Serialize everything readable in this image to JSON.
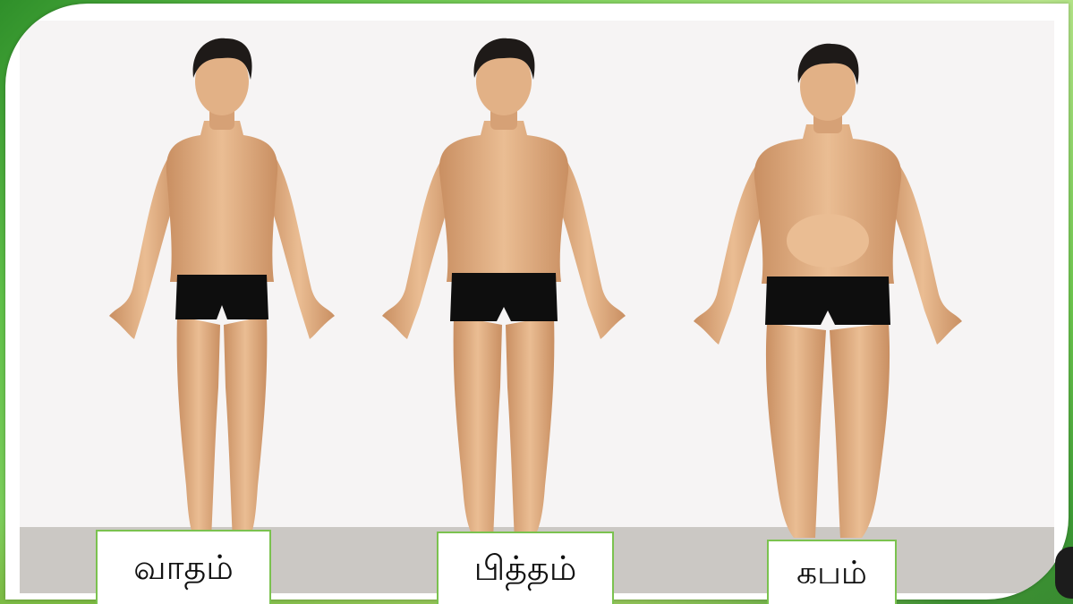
{
  "labels": {
    "vatham": "வாதம்",
    "pitham": "பித்தம்",
    "kabam": "கபம்"
  },
  "colors": {
    "skin": "#e2b186",
    "skin_shadow": "#c98f62",
    "hair": "#1e1a18",
    "underwear": "#0e0e0e",
    "frame_border": "#7bc24f",
    "backdrop": "#f6f4f4",
    "floor": "#cbc8c4"
  }
}
